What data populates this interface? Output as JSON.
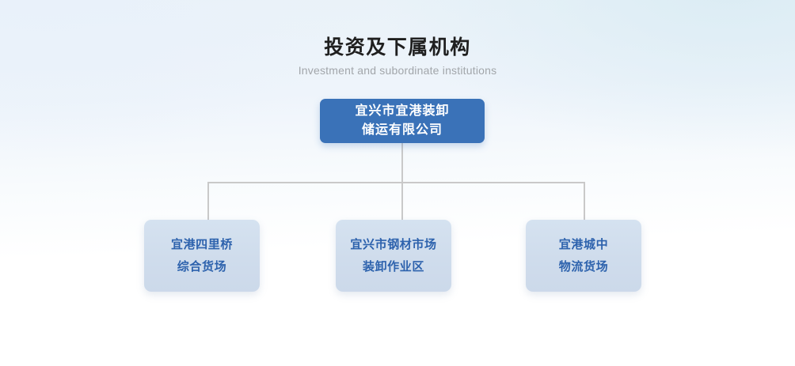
{
  "heading": {
    "title": "投资及下属机构",
    "subtitle": "Investment and subordinate institutions"
  },
  "colors": {
    "root_fill": "#3a72b8",
    "root_text": "#ffffff",
    "child_fill": "#cfdcec",
    "child_text": "#2d62ad",
    "connector": "#c9c9c9",
    "title_text": "#1f1f1f",
    "subtitle_text": "#a2a6aa",
    "background_top": "#e9f2f8",
    "background_bottom": "#ffffff"
  },
  "chart": {
    "type": "org-chart",
    "root": {
      "line1": "宜兴市宜港装卸",
      "line2": "储运有限公司",
      "full_text": "宜兴市宜港装卸储运有限公司"
    },
    "children": [
      {
        "line1": "宜港四里桥",
        "line2": "综合货场",
        "full_text": "宜港四里桥综合货场"
      },
      {
        "line1": "宜兴市钢材市场",
        "line2": "装卸作业区",
        "full_text": "宜兴市钢材市场装卸作业区"
      },
      {
        "line1": "宜港城中",
        "line2": "物流货场",
        "full_text": "宜港城中物流货场"
      }
    ]
  }
}
